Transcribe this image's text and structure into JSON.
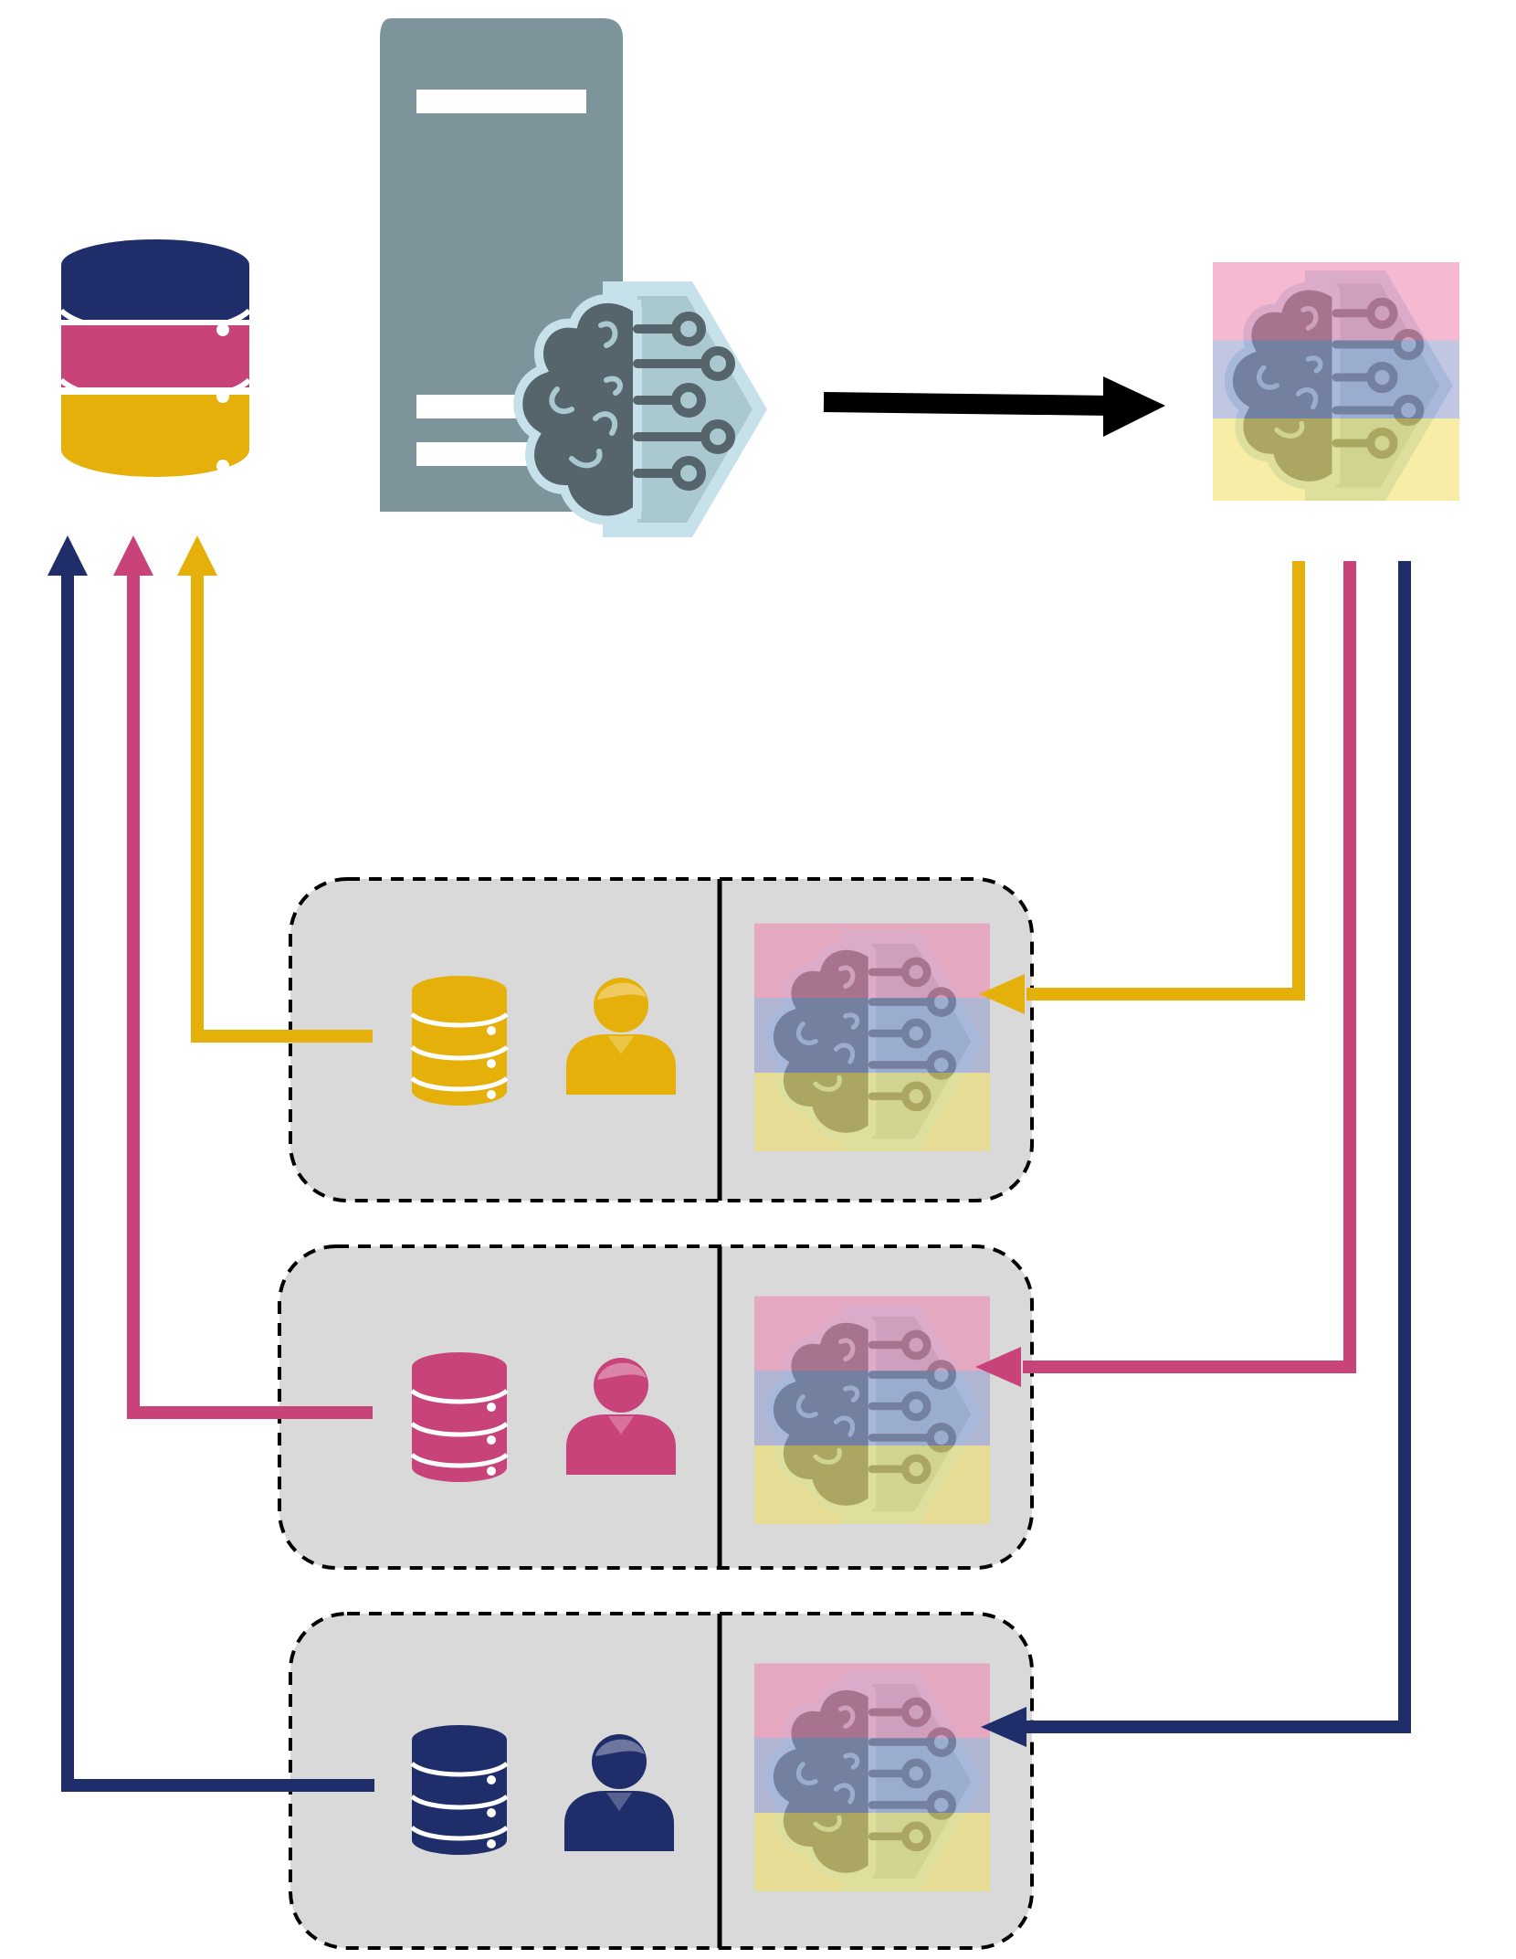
{
  "colors": {
    "navy": "#1f2d6b",
    "pink": "#c8437a",
    "gold": "#e6b00a",
    "server_gray": "#7d949a",
    "brain_dark": "#56646b",
    "brain_light": "#a9c8d0",
    "brain_outline": "#c6e1ea",
    "pink_tint": "#ec80ad",
    "navy_tint": "#8e98cc",
    "gold_tint": "#f3df5c",
    "panel_fill": "#d9d9d9",
    "black": "#000000"
  },
  "nodes": {
    "central_database": {
      "icon": "database-icon",
      "layers": [
        "navy",
        "pink",
        "gold"
      ]
    },
    "server": {
      "icon": "server-icon",
      "overlay": "ai-brain-icon"
    },
    "global_model": {
      "icon": "ai-brain-icon",
      "tint": [
        "pink",
        "navy",
        "gold"
      ]
    }
  },
  "clients": [
    {
      "color": "gold",
      "icons": [
        "database-icon",
        "user-icon",
        "ai-brain-icon"
      ]
    },
    {
      "color": "pink",
      "icons": [
        "database-icon",
        "user-icon",
        "ai-brain-icon"
      ]
    },
    {
      "color": "navy",
      "icons": [
        "database-icon",
        "user-icon",
        "ai-brain-icon"
      ]
    }
  ],
  "connections": [
    {
      "from": "server",
      "to": "global_model",
      "color": "black"
    },
    {
      "from": "global_model",
      "to": "client-1",
      "color": "gold"
    },
    {
      "from": "global_model",
      "to": "client-2",
      "color": "pink"
    },
    {
      "from": "global_model",
      "to": "client-3",
      "color": "navy"
    },
    {
      "from": "client-1",
      "to": "central_database",
      "color": "gold"
    },
    {
      "from": "client-2",
      "to": "central_database",
      "color": "pink"
    },
    {
      "from": "client-3",
      "to": "central_database",
      "color": "navy"
    }
  ]
}
